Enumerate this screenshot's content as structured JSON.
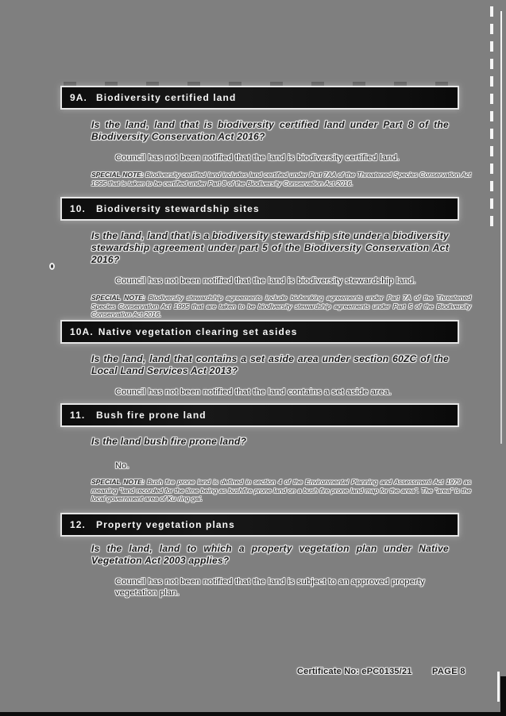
{
  "colors": {
    "page_background": "#7f7f7f",
    "header_bar": "#181818",
    "header_text": "#f0f0f0",
    "body_text": "#1f1f1f",
    "text_halo": "#e9e9e9"
  },
  "sections": [
    {
      "number": "9A.",
      "title": "Biodiversity certified land",
      "question": "Is the land, land that is biodiversity certified land under Part 8 of the Biodiversity Conservation Act 2016?",
      "answer": "Council has not been notified that the land is biodiversity certified land.",
      "note_label": "SPECIAL NOTE:",
      "note": "Biodiversity certified land includes land certified under Part 7AA of the Threatened Species Conservation Act 1995 that is taken to be certified under Part 8 of the Biodiversity Conservation Act 2016."
    },
    {
      "number": "10.",
      "title": "Biodiversity stewardship sites",
      "question": "Is the land, land that is a biodiversity stewardship site under a biodiversity stewardship agreement under part 5 of the Biodiversity Conservation Act 2016?",
      "answer": "Council has not been notified that the land is biodiversity stewardship land.",
      "note_label": "SPECIAL NOTE:",
      "note": "Biodiversity stewardship agreements include biobanking agreements under Part 7A of the Threatened Species Conservation Act 1995 that are taken to be biodiversity stewardship agreements under Part 5 of the Biodiversity Conservation Act 2016."
    },
    {
      "number": "10A.",
      "title": "Native vegetation clearing set asides",
      "question": "Is the land, land that contains a set aside area under section 60ZC of the Local Land Services Act 2013?",
      "answer": "Council has not been notified that the land contains a set aside area."
    },
    {
      "number": "11.",
      "title": "Bush fire prone land",
      "question": "Is the land bush fire prone land?",
      "answer": "No.",
      "note_label": "SPECIAL NOTE:",
      "note": "Bush fire prone land is defined in section 4 of the Environmental Planning and Assessment Act 1979 as meaning \"land recorded for the time being as bushfire prone land on a bush fire prone land map for the area\". The \"area\" is the local government area of Ku-ring-gai."
    },
    {
      "number": "12.",
      "title": "Property vegetation plans",
      "question": "Is the land, land to which a property vegetation plan under Native Vegetation Act 2003 applies?",
      "answer": "Council has not been notified that the land is subject to an approved property vegetation plan."
    }
  ],
  "footer": {
    "certificate_no": "Certificate No: ePC0135/21",
    "page_label": "PAGE 8"
  }
}
